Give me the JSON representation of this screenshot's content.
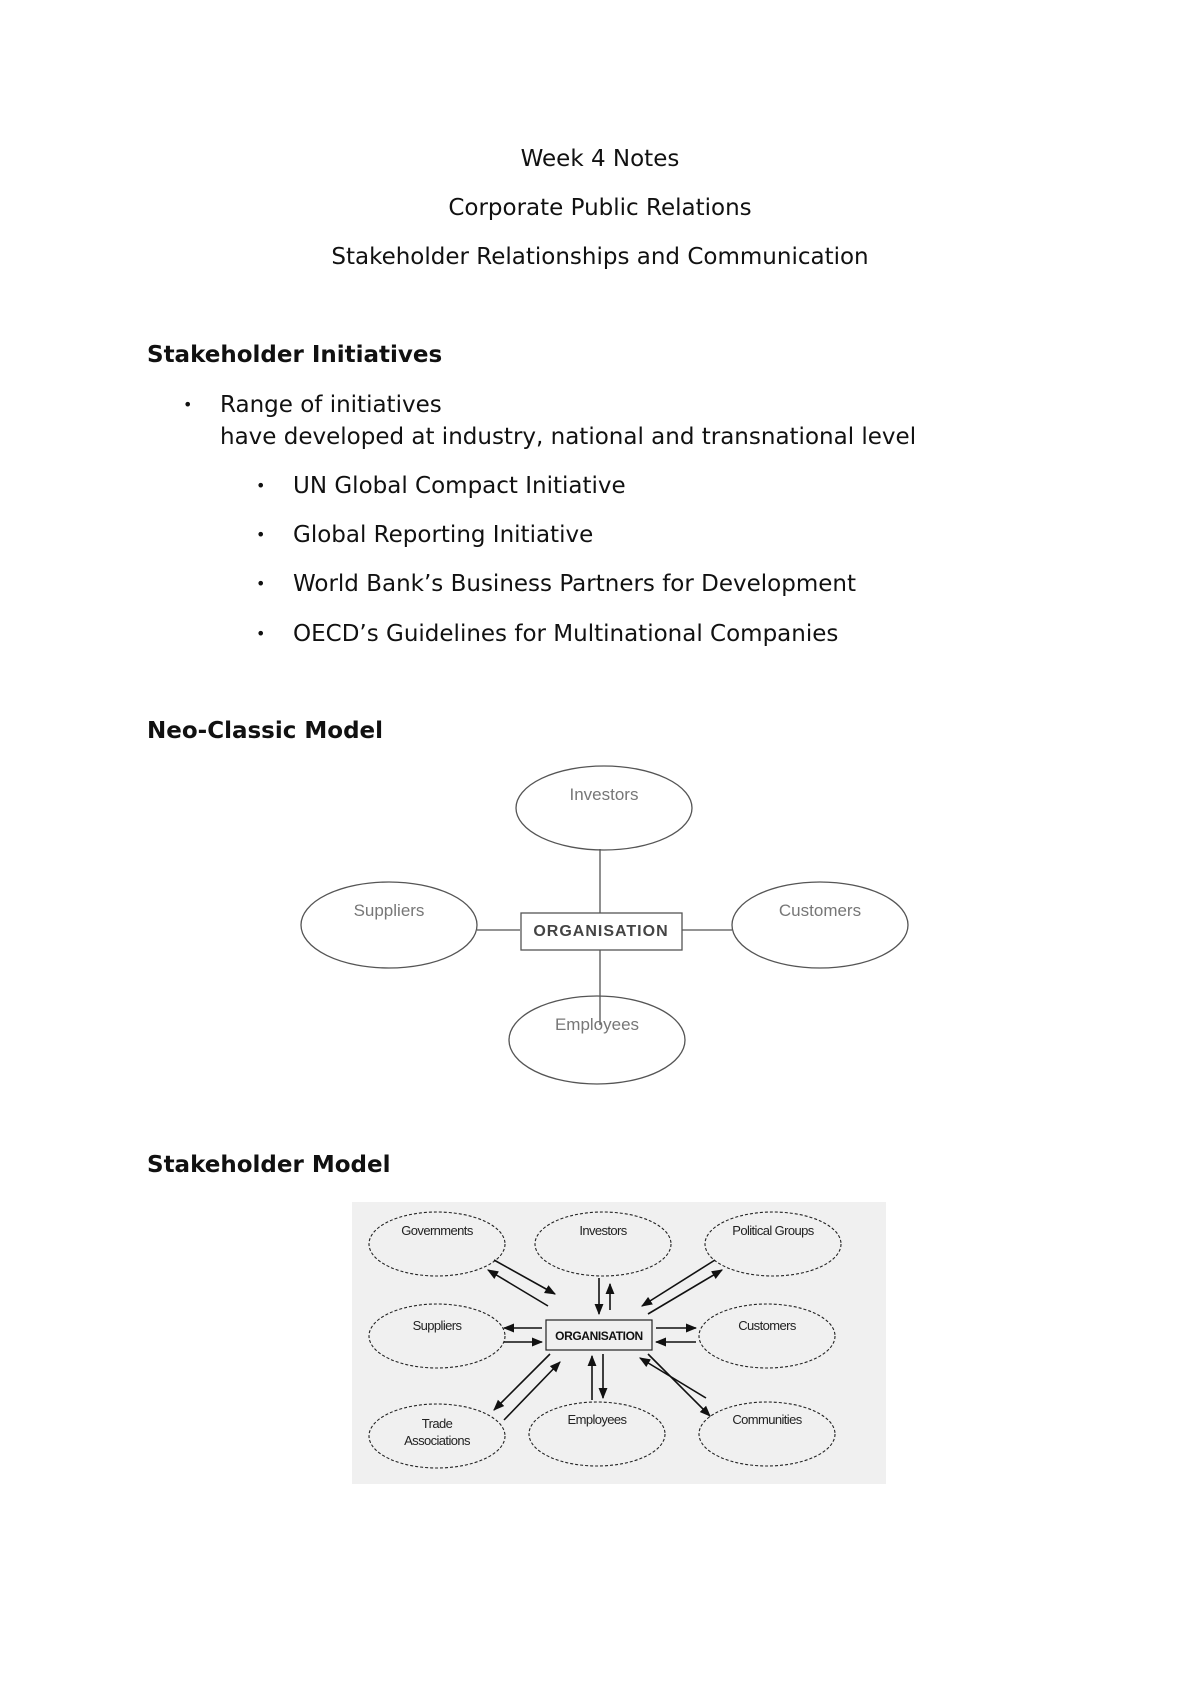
{
  "header": {
    "line1": "Week 4 Notes",
    "line2": "Corporate Public Relations",
    "line3": "Stakeholder Relationships and Communication"
  },
  "section1": {
    "heading": "Stakeholder Initiatives",
    "bullet_line1": "Range of initiatives",
    "bullet_line2": "have developed at industry, national and transnational level",
    "sub_bullets": [
      "UN Global Compact Initiative",
      "Global Reporting Initiative",
      "World Bank’s Business Partners for Development",
      "OECD’s Guidelines for Multinational Companies"
    ]
  },
  "section2": {
    "heading": "Neo-Classic Model",
    "diagram": {
      "center": "ORGANISATION",
      "top": "Investors",
      "left": "Suppliers",
      "right": "Customers",
      "bottom": "Employees"
    }
  },
  "section3": {
    "heading": "Stakeholder Model",
    "diagram": {
      "center": "ORGANISATION",
      "governments": "Governments",
      "investors": "Investors",
      "political": "Political Groups",
      "suppliers": "Suppliers",
      "customers": "Customers",
      "trade_line1": "Trade",
      "trade_line2": "Associations",
      "employees": "Employees",
      "communities": "Communities"
    }
  },
  "colors": {
    "text": "#111111",
    "diagram_stroke": "#555555",
    "diagram_label": "#777777",
    "panel_bg": "#f0f0f0"
  }
}
